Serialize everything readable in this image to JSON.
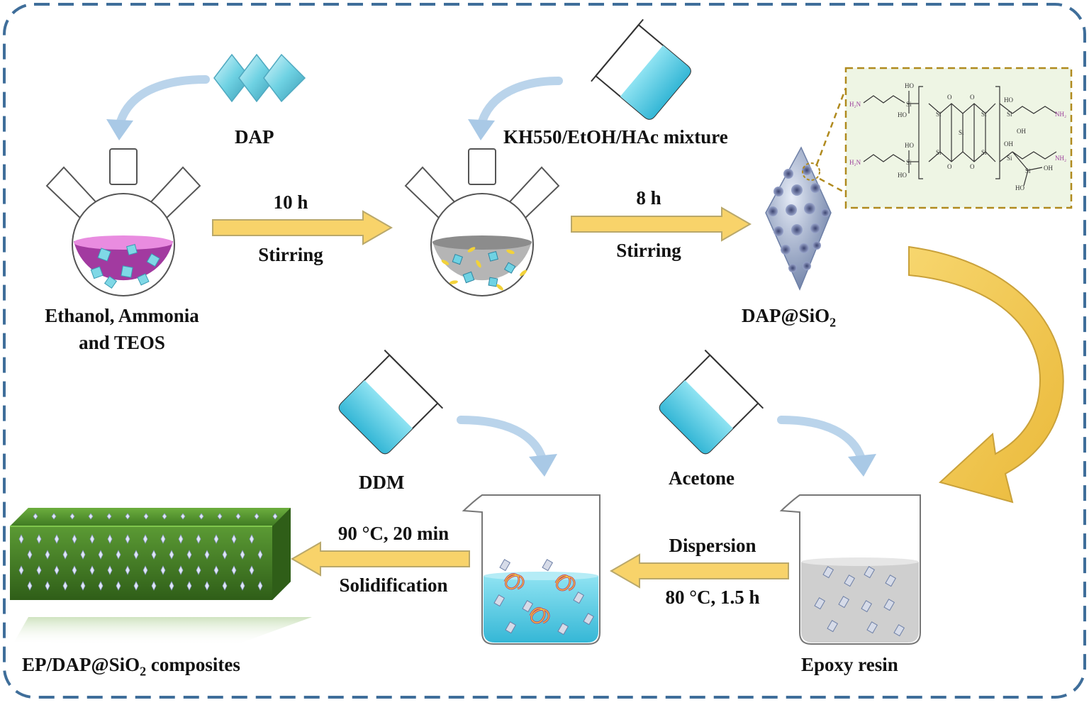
{
  "colors": {
    "frame": "#3f6e9a",
    "arrow_fill": "#f8d36a",
    "arrow_stroke": "#b9a86b",
    "curved_arrow_fill": "#f2c94c",
    "flask_liquid_1": "#a23aa0",
    "flask_liquid_2": "#8c8c8c",
    "beaker_liquid": "#5ccfe6",
    "crystal": "#7fd8e6",
    "green_block": "#4e8b2a",
    "structure_box_border": "#b08a1e",
    "structure_box_fill": "#eef5e4"
  },
  "steps": {
    "dap": "DAP",
    "kh550": "KH550/EtOH/HAc mixture",
    "ethanol_line1": "Ethanol, Ammonia",
    "ethanol_line2": "and TEOS",
    "arrow1_top": "10 h",
    "arrow1_bottom": "Stirring",
    "arrow2_top": "8 h",
    "arrow2_bottom": "Stirring",
    "dap_sio2_main": "DAP@SiO",
    "dap_sio2_sub": "2",
    "ddm": "DDM",
    "acetone": "Acetone",
    "arrow3_top": "Dispersion",
    "arrow3_bottom": "80 °C, 1.5 h",
    "arrow4_top": "90 °C, 20 min",
    "arrow4_bottom": "Solidification",
    "epoxy": "Epoxy resin",
    "composite_pre": "EP/DAP@SiO",
    "composite_sub": "2",
    "composite_post": " composites"
  },
  "icons": {
    "flask": "three-neck-flask-icon",
    "beaker": "beaker-icon",
    "crystal": "octahedral-crystal-icon",
    "particle": "porous-particle-icon",
    "block": "composite-block-icon"
  }
}
